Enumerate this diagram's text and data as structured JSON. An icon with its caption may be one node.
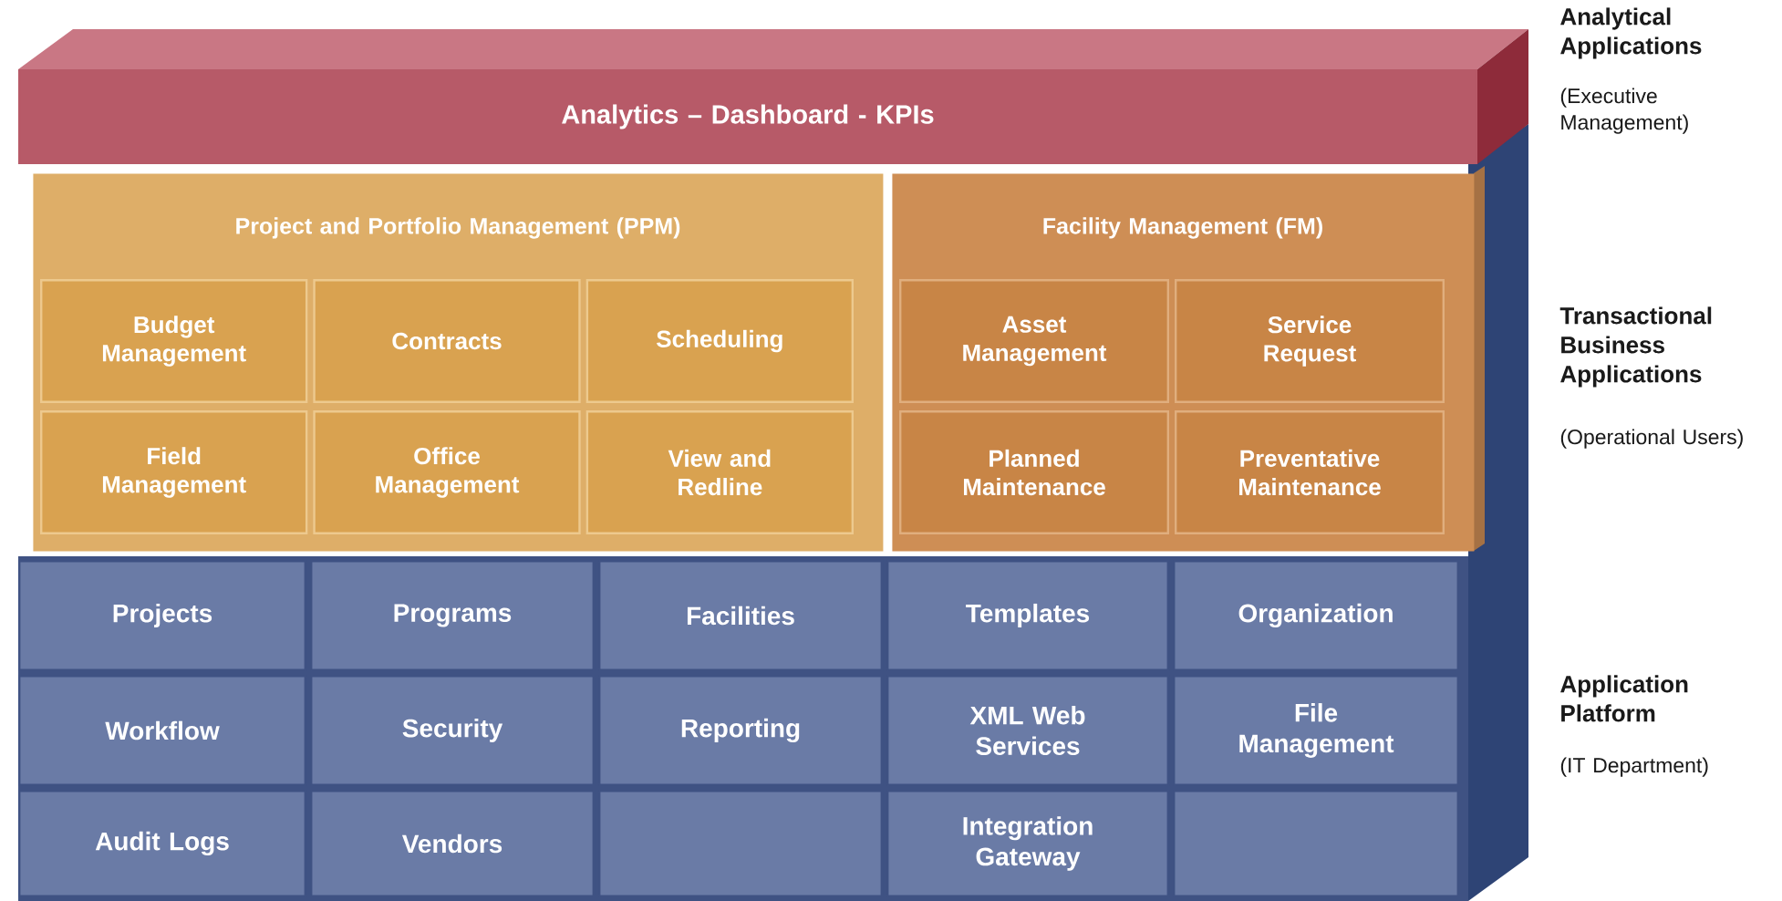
{
  "diagram": {
    "nodes": [
      {
        "text": [
          "Analytics – Dashboard - KPIs"
        ]
      },
      {
        "text": [
          "Project and Portfolio Management (PPM)"
        ]
      },
      {
        "text": [
          "Budget Management"
        ],
        "in": 1
      },
      {
        "text": [
          "Contracts"
        ],
        "in": 1
      },
      {
        "text": [
          "Scheduling"
        ],
        "in": 1
      },
      {
        "text": [
          "Field Management"
        ],
        "in": 1
      },
      {
        "text": [
          "Office Management"
        ],
        "in": 1
      },
      {
        "text": [
          "View and Redline"
        ],
        "in": 1
      },
      {
        "text": [
          "Facility Management (FM)"
        ]
      },
      {
        "text": [
          "Asset Management"
        ],
        "in": 8
      },
      {
        "text": [
          "Service Request"
        ],
        "in": 8
      },
      {
        "text": [
          "Planned Maintenance"
        ],
        "in": 8
      },
      {
        "text": [
          "Preventative Maintenance"
        ],
        "in": 8
      },
      {
        "text": [
          "Projects"
        ]
      },
      {
        "text": [
          "Programs"
        ]
      },
      {
        "text": [
          "Facilities"
        ]
      },
      {
        "text": [
          "Templates"
        ]
      },
      {
        "text": [
          "Organization"
        ]
      },
      {
        "text": [
          "Workflow"
        ]
      },
      {
        "text": [
          "Security"
        ]
      },
      {
        "text": [
          "Reporting"
        ]
      },
      {
        "text": [
          "XML Web Services"
        ]
      },
      {
        "text": [
          "File Management"
        ]
      },
      {
        "text": [
          "Audit Logs"
        ]
      },
      {
        "text": [
          "Vendors"
        ]
      },
      {
        "text": [],
        "shape": "box"
      },
      {
        "text": [
          "Integration Gateway"
        ]
      },
      {
        "text": [],
        "shape": "box"
      }
    ],
    "labels": [
      "Analytical Applications",
      "(Executive Management)",
      "Transactional Business Applications",
      "(Operational Users)",
      "Application Platform",
      "(IT Department)"
    ]
  }
}
